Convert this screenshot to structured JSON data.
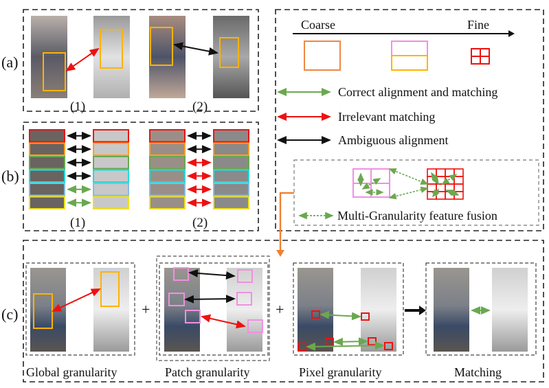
{
  "panel_labels": {
    "a": "(a)",
    "b": "(b)",
    "c": "(c)"
  },
  "sub_labels": {
    "one": "(1)",
    "two": "(2)"
  },
  "legend": {
    "coarse": "Coarse",
    "fine": "Fine",
    "correct": "Correct alignment and matching",
    "irrelevant": "Irrelevant matching",
    "ambiguous": "Ambiguous alignment",
    "fusion": "Multi-Granularity feature fusion"
  },
  "panel_c": {
    "global": "Global granularity",
    "patch": "Patch granularity",
    "pixel": "Pixel granularity",
    "matching": "Matching",
    "plus": "+"
  },
  "colors": {
    "correct": "#6aa84f",
    "irrelevant": "#ee1111",
    "ambiguous": "#111111",
    "global_box": "#ffb300",
    "coarse_box": "#ee8844",
    "patch_box": "#f090e0",
    "pixel_box": "#ee1111",
    "fusion_arrow": "#f08030",
    "stripe_colors": [
      "#ee1111",
      "#ffa020",
      "#6aa84f",
      "#22dddd",
      "#88bbe0",
      "#f0e020"
    ]
  },
  "panel_b": {
    "pair1_arrows": [
      "ambiguous",
      "ambiguous",
      "ambiguous",
      "ambiguous",
      "correct",
      "correct"
    ],
    "pair2_arrows": [
      "ambiguous",
      "ambiguous",
      "irrelevant",
      "irrelevant",
      "irrelevant",
      "irrelevant"
    ]
  }
}
